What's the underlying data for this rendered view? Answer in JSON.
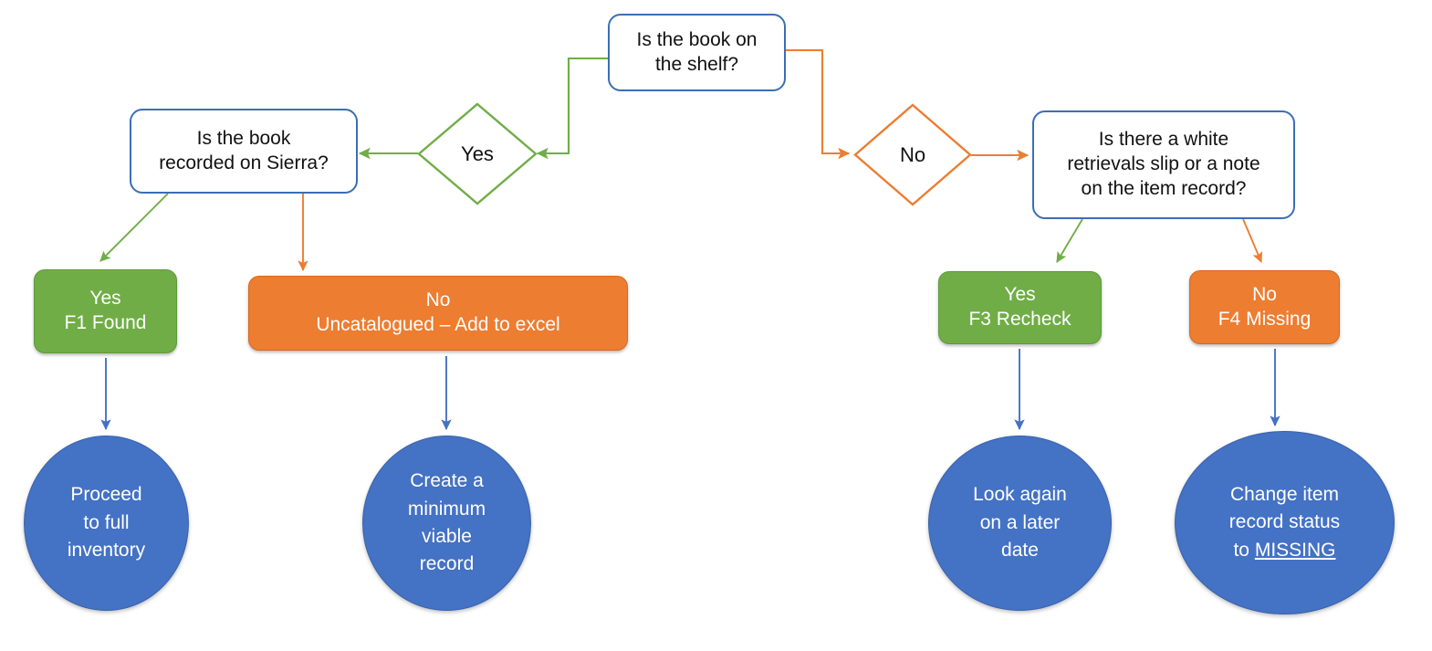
{
  "diagram": {
    "title": "Book shelf inventory decision flowchart",
    "colors": {
      "box_border_blue": "#3B6EB5",
      "green_fill": "#70AD47",
      "green_line": "#70AD47",
      "orange_fill": "#ED7D31",
      "orange_line": "#ED7D31",
      "blue_circle": "#4472C4",
      "blue_line": "#4472C4",
      "text_dark": "#111111",
      "text_light": "#FFFFFF"
    },
    "nodes": {
      "start_question": {
        "shape": "rounded-rectangle",
        "lines": [
          "Is the book on",
          "the shelf?"
        ]
      },
      "yes_diamond": {
        "shape": "diamond",
        "label": "Yes"
      },
      "no_diamond": {
        "shape": "diamond",
        "label": "No"
      },
      "sierra_question": {
        "shape": "rounded-rectangle",
        "lines": [
          "Is the book",
          "recorded on Sierra?"
        ]
      },
      "slip_question": {
        "shape": "rounded-rectangle",
        "lines": [
          "Is there a white",
          "retrievals slip or a note",
          "on the item record?"
        ]
      },
      "f1_found": {
        "shape": "rounded-rectangle-filled",
        "lines": [
          "Yes",
          "F1 Found"
        ]
      },
      "f2_uncatalogued": {
        "shape": "rounded-rectangle-filled",
        "lines": [
          "No",
          "Uncatalogued – Add to excel"
        ]
      },
      "f3_recheck": {
        "shape": "rounded-rectangle-filled",
        "lines": [
          "Yes",
          "F3 Recheck"
        ]
      },
      "f4_missing": {
        "shape": "rounded-rectangle-filled",
        "lines": [
          "No",
          "F4 Missing"
        ]
      },
      "proceed_inventory": {
        "shape": "circle",
        "lines": [
          "Proceed",
          "to full",
          "inventory"
        ]
      },
      "create_record": {
        "shape": "circle",
        "lines": [
          "Create a",
          "minimum",
          "viable",
          "record"
        ]
      },
      "look_again": {
        "shape": "circle",
        "lines": [
          "Look again",
          "on a later",
          "date"
        ]
      },
      "change_status": {
        "shape": "circle",
        "lines_pre": [
          "Change item",
          "record status",
          "to "
        ],
        "underlined_word": "MISSING"
      }
    },
    "edges": [
      {
        "from": "start_question",
        "to": "yes_diamond",
        "color": "#70AD47",
        "style": "elbow"
      },
      {
        "from": "start_question",
        "to": "no_diamond",
        "color": "#ED7D31",
        "style": "elbow"
      },
      {
        "from": "yes_diamond",
        "to": "sierra_question",
        "color": "#70AD47",
        "style": "straight"
      },
      {
        "from": "no_diamond",
        "to": "slip_question",
        "color": "#ED7D31",
        "style": "straight"
      },
      {
        "from": "sierra_question",
        "to": "f1_found",
        "color": "#70AD47",
        "style": "diagonal"
      },
      {
        "from": "sierra_question",
        "to": "f2_uncatalogued",
        "color": "#ED7D31",
        "style": "straight"
      },
      {
        "from": "slip_question",
        "to": "f3_recheck",
        "color": "#70AD47",
        "style": "diagonal"
      },
      {
        "from": "slip_question",
        "to": "f4_missing",
        "color": "#ED7D31",
        "style": "diagonal"
      },
      {
        "from": "f1_found",
        "to": "proceed_inventory",
        "color": "#4472C4",
        "style": "straight"
      },
      {
        "from": "f2_uncatalogued",
        "to": "create_record",
        "color": "#4472C4",
        "style": "straight"
      },
      {
        "from": "f3_recheck",
        "to": "look_again",
        "color": "#4472C4",
        "style": "straight"
      },
      {
        "from": "f4_missing",
        "to": "change_status",
        "color": "#4472C4",
        "style": "straight"
      }
    ]
  }
}
